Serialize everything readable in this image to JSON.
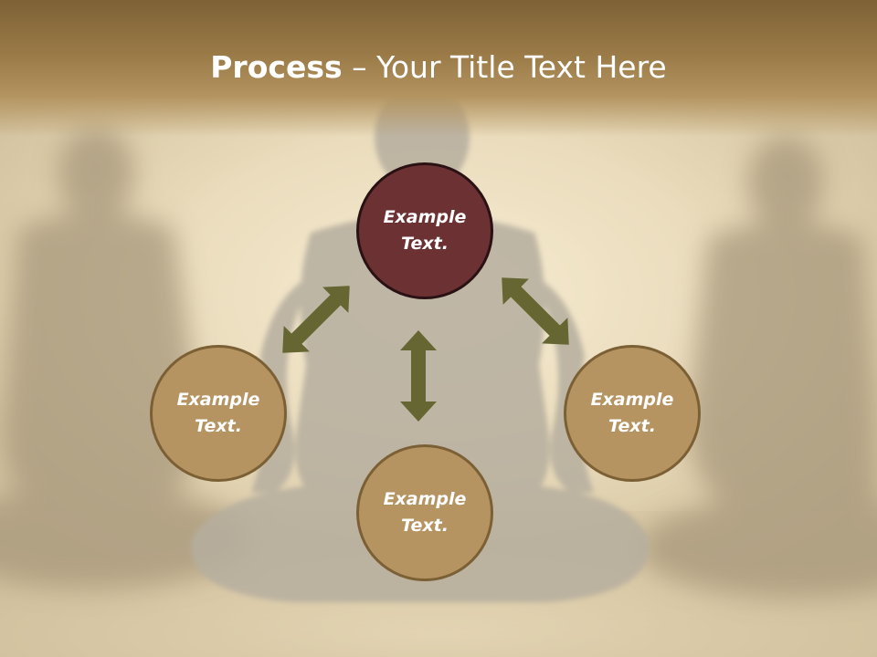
{
  "slide": {
    "title_bold": "Process",
    "title_rest": " – Your Title Text Here"
  },
  "circles": {
    "top": "Example\nText.",
    "left": "Example\nText.",
    "right": "Example\nText.",
    "bottom": "Example\nText."
  },
  "colors": {
    "title_band": "#8a6a3c",
    "main_circle": "#6b3133",
    "node_circle": "#b59462",
    "arrow": "#666633"
  },
  "icons": {
    "arrow": "double-headed-arrow-icon"
  }
}
